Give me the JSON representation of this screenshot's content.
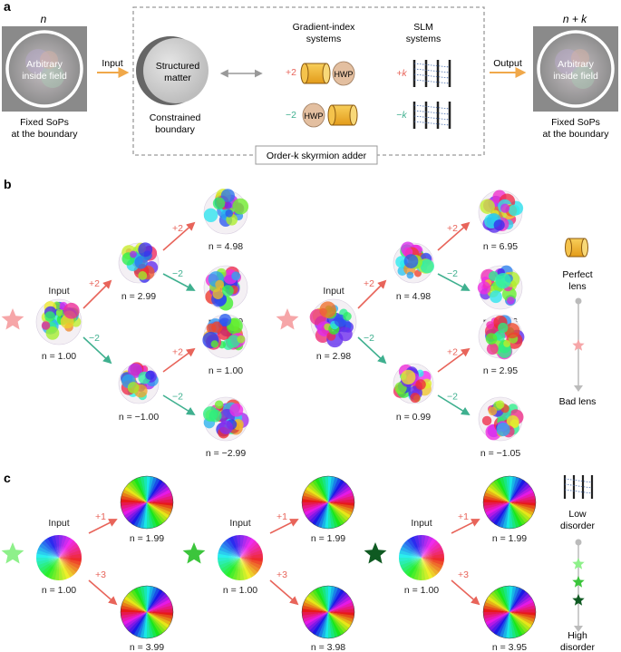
{
  "panel_labels": {
    "a": "a",
    "b": "b",
    "c": "c"
  },
  "panel_a": {
    "left_n": "n",
    "left_circle": [
      "Arbitrary",
      "inside field"
    ],
    "left_caption": [
      "Fixed SoPs",
      "at the boundary"
    ],
    "input_label": "Input",
    "structured_matter": [
      "Structured",
      "matter"
    ],
    "constrained": [
      "Constrained",
      "boundary"
    ],
    "grin_title": [
      "Gradient-index",
      "systems"
    ],
    "slm_title": [
      "SLM",
      "systems"
    ],
    "grin_plus": "+2",
    "grin_minus": "−2",
    "hwp": "HWP",
    "slm_plus": "+k",
    "slm_minus": "−k",
    "output_label": "Output",
    "right_n": "n + k",
    "right_circle": [
      "Arbitrary",
      "inside field"
    ],
    "right_caption": [
      "Fixed SoPs",
      "at the boundary"
    ],
    "adder_label": "Order-k skyrmion adder"
  },
  "panel_b": {
    "trees": [
      {
        "input_label": "Input",
        "input_n": "n = 1.00",
        "mid_top_n": "n = 2.99",
        "mid_bot_n": "n = −1.00",
        "leaves": [
          "n = 4.98",
          "n = 1.00",
          "n = 1.00",
          "n = −2.99"
        ],
        "first_ops": [
          "+2",
          "−2"
        ],
        "second_ops": [
          "+2",
          "−2",
          "+2",
          "−2"
        ]
      },
      {
        "input_label": "Input",
        "input_n": "n = 2.98",
        "mid_top_n": "n = 4.98",
        "mid_bot_n": "n = 0.99",
        "leaves": [
          "n = 6.95",
          "n = 2.96",
          "n = 2.95",
          "n = −1.05"
        ],
        "first_ops": [
          "+2",
          "−2"
        ],
        "second_ops": [
          "+2",
          "−2",
          "+2",
          "−2"
        ]
      }
    ],
    "legend_top": [
      "Perfect",
      "lens"
    ],
    "legend_bottom": "Bad lens"
  },
  "panel_c": {
    "groups": [
      {
        "input_label": "Input",
        "input_n": "n = 1.00",
        "ops": [
          "+1",
          "+3"
        ],
        "outputs": [
          "n = 1.99",
          "n = 3.99"
        ]
      },
      {
        "input_label": "Input",
        "input_n": "n = 1.00",
        "ops": [
          "+1",
          "+3"
        ],
        "outputs": [
          "n = 1.99",
          "n = 3.98"
        ]
      },
      {
        "input_label": "Input",
        "input_n": "n = 1.00",
        "ops": [
          "+1",
          "+3"
        ],
        "outputs": [
          "n = 1.99",
          "n = 3.95"
        ]
      }
    ],
    "legend_top": [
      "Low",
      "disorder"
    ],
    "legend_bottom": [
      "High",
      "disorder"
    ]
  },
  "colors": {
    "plus": "#e8645a",
    "minus": "#3fb08f",
    "input_arrow": "#f0a84a",
    "star_pink": "#f6a6a8",
    "lens_gold": "#f2a928",
    "hwp_tan": "#e3bfa0"
  }
}
